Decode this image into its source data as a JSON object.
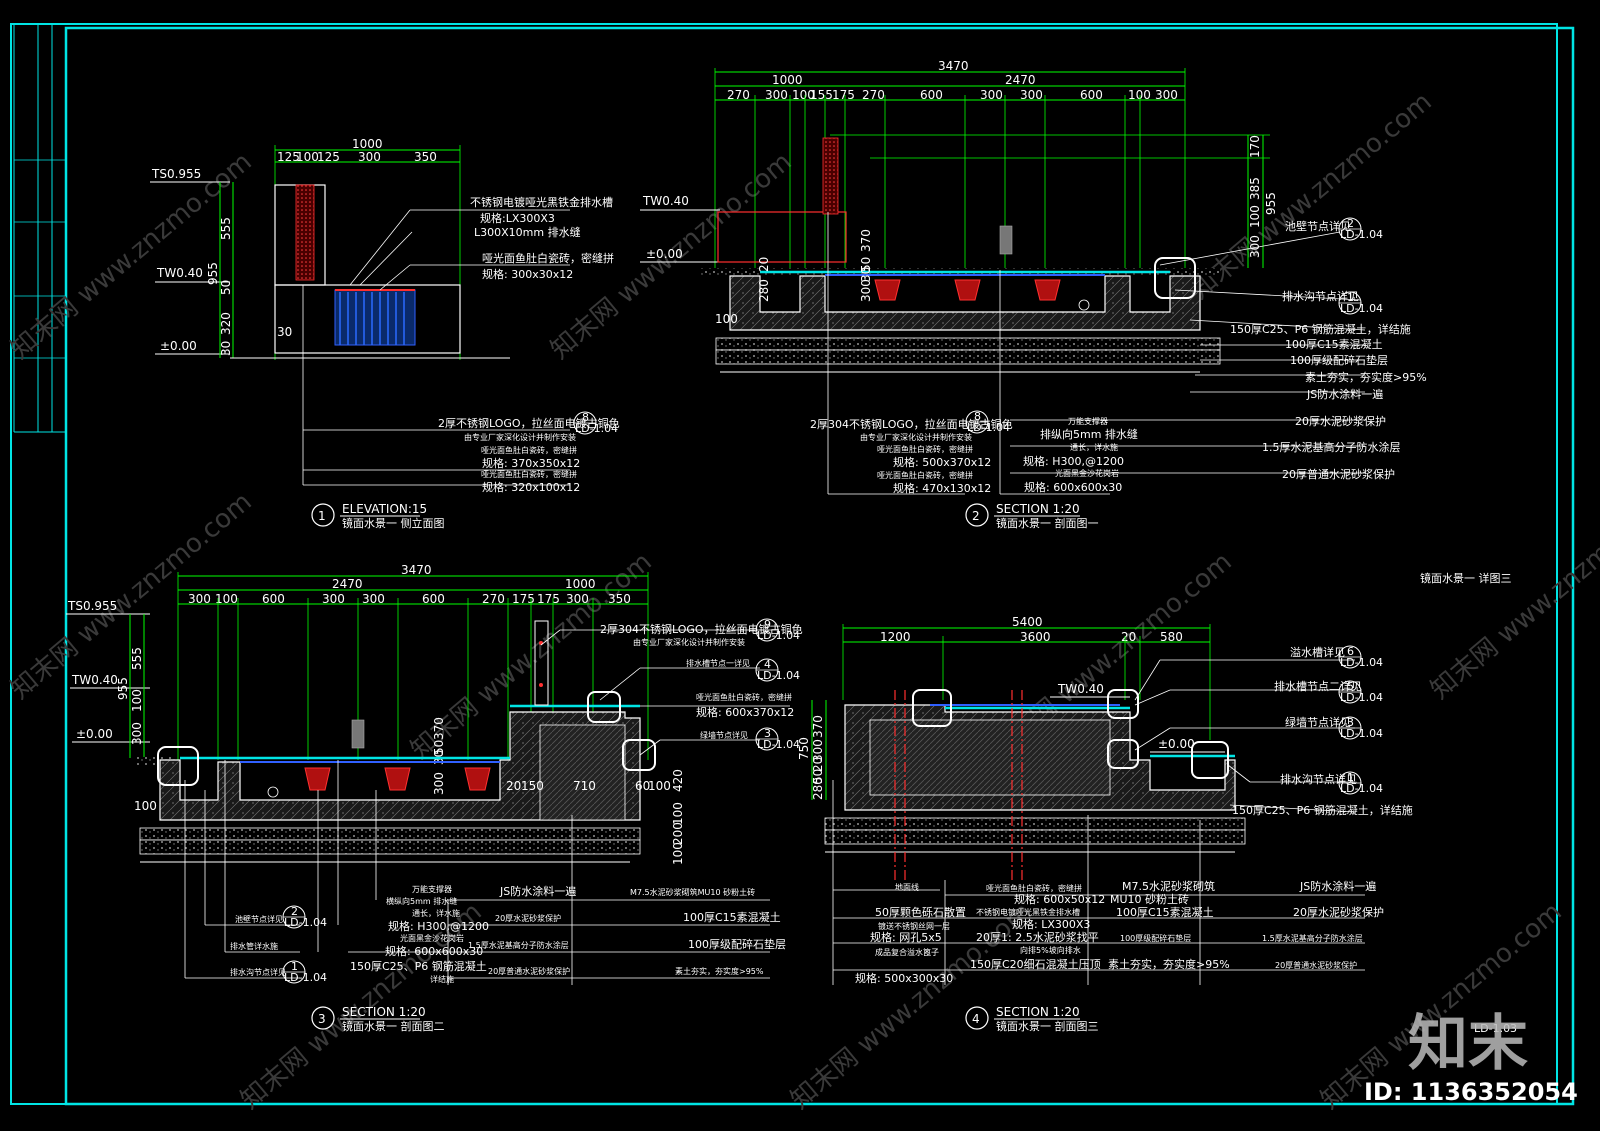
{
  "colors": {
    "background": "#000000",
    "frame": "#00e5e5",
    "dimension": "#00ff00",
    "outline": "#ffffff",
    "accent": "#ff2020"
  },
  "sheet": {
    "title": "镜面水景一 详图三",
    "sheet_number": "LD-1.03"
  },
  "footer": {
    "id": "ID: 1136352054",
    "brand": "知末"
  },
  "view1": {
    "number": "1",
    "title": "ELEVATION:15",
    "subtitle": "镜面水景一 侧立面图",
    "levels": {
      "ts": "TS0.955",
      "tw": "TW0.40",
      "zero": "±0.00"
    },
    "top_dims": [
      "1000",
      "125",
      "100",
      "125",
      "300",
      "350"
    ],
    "left_dims": [
      "555",
      "955",
      "50",
      "320",
      "30"
    ],
    "inner_dim": "30",
    "notes": [
      "不锈钢电镀哑光黑铁金排水槽",
      "规格:LX300X3",
      "L300X10mm 排水缝",
      "哑光面鱼肚白瓷砖，密缝拼",
      "规格: 300x30x12"
    ],
    "callouts": [
      "2厚不锈钢LOGO，拉丝面电镀古铜色",
      "由专业厂家深化设计并制作安装",
      "哑光面鱼肚白瓷砖，密缝拼",
      "规格: 370x350x12",
      "哑光面鱼肚白瓷砖，密缝拼",
      "规格: 320x100x12"
    ],
    "tag": {
      "num": "8",
      "sheet": "LD-1.04"
    }
  },
  "view2": {
    "number": "2",
    "title": "SECTION  1:20",
    "subtitle": "镜面水景一 剖面图一",
    "levels": {
      "tw": "TW0.40",
      "zero": "±0.00"
    },
    "top_dims": [
      "3470",
      "1000",
      "2470"
    ],
    "sub_dims": [
      "270",
      "300",
      "100",
      "155",
      "175",
      "270",
      "600",
      "300",
      "300",
      "600",
      "100",
      "300"
    ],
    "right_dims": [
      "170",
      "385",
      "955",
      "100",
      "300"
    ],
    "left_dims": [
      "20",
      "280",
      "300",
      "370",
      "50",
      "30",
      "100"
    ],
    "right_notes": [
      "池壁节点详见",
      "排水沟节点详见",
      "150厚C25、P6 钢筋混凝土，详结施",
      "100厚C15素混凝土",
      "100厚级配碎石垫层",
      "素土夯实，夯实度>95%",
      "JS防水涂料一遍",
      "20厚水泥砂浆保护",
      "1.5厚水泥基高分子防水涂层",
      "20厚普通水泥砂浆保护"
    ],
    "tags": [
      {
        "num": "2",
        "sheet": "LD-1.04"
      },
      {
        "num": "1",
        "sheet": "LD-1.04"
      }
    ],
    "bottom_notes": [
      "2厚304不锈钢LOGO，拉丝面电镀古铜色",
      "由专业厂家深化设计并制作安装",
      "哑光面鱼肚白瓷砖，密缝拼",
      "规格: 500x370x12",
      "哑光面鱼肚白瓷砖，密缝拼",
      "规格: 470x130x12",
      "万能支撑器",
      "排纵向5mm 排水缝",
      "通长，详水施",
      "规格: H300,@1200",
      "光面黑金沙花岗岩",
      "规格: 600x600x30"
    ],
    "tag": {
      "num": "8",
      "sheet": "LD-1.04"
    }
  },
  "view3": {
    "number": "3",
    "title": "SECTION  1:20",
    "subtitle": "镜面水景一 剖面图二",
    "levels": {
      "ts": "TS0.955",
      "tw": "TW0.40",
      "zero": "±0.00"
    },
    "top_dims": [
      "3470",
      "2470",
      "1000"
    ],
    "sub_dims": [
      "300",
      "100",
      "600",
      "300",
      "300",
      "600",
      "270",
      "175",
      "175",
      "300",
      "350"
    ],
    "left_dims": [
      "555",
      "955",
      "100",
      "300",
      "50",
      "30",
      "370",
      "300",
      "100"
    ],
    "mid_dims": [
      "20",
      "150",
      "710",
      "60",
      "100",
      "420",
      "100",
      "200",
      "100"
    ],
    "right_notes": [
      "2厚304不锈钢LOGO，拉丝面电镀古铜色",
      "由专业厂家深化设计并制作安装",
      "排水槽节点一详见",
      "哑光面鱼肚白瓷砖，密缝拼",
      "规格: 600x370x12",
      "绿墙节点详见"
    ],
    "tags": [
      {
        "num": "9",
        "sheet": "LD-1.04"
      },
      {
        "num": "4",
        "sheet": "LD-1.04"
      },
      {
        "num": "3",
        "sheet": "LD-1.04"
      },
      {
        "num": "2",
        "sheet": "LD-1.04"
      },
      {
        "num": "1",
        "sheet": "LD-1.04"
      }
    ],
    "bottom_notes": [
      "万能支撑器",
      "横纵向5mm 排水缝",
      "通长，详水施",
      "规格: H300,@1200",
      "光面黑金沙花岗岩",
      "规格: 600x600x30",
      "150厚C25、P6 钢筋混凝土",
      "详结施",
      "JS防水涂料一遍",
      "20厚水泥砂浆保护",
      "1.5厚水泥基高分子防水涂层",
      "20厚普通水泥砂浆保护",
      "M7.5水泥砂浆砌筑MU10 砂粉土砖",
      "100厚C15素混凝土",
      "100厚级配碎石垫层",
      "素土夯实，夯实度>95%"
    ],
    "left_notes": [
      "池壁节点详见",
      "排水管详水施",
      "排水沟节点详见"
    ]
  },
  "view4": {
    "number": "4",
    "title": "SECTION  1:20",
    "subtitle": "镜面水景一 剖面图三",
    "levels": {
      "tw": "TW0.40",
      "zero": "±0.00"
    },
    "top_dims": [
      "5400",
      "1200",
      "3600",
      "20",
      "580"
    ],
    "left_dims": [
      "750",
      "370",
      "300",
      "20",
      "50",
      "280"
    ],
    "right_notes": [
      "溢水槽详见",
      "排水槽节点二详见",
      "绿墙节点详见",
      "排水沟节点详见",
      "150厚C25、P6 钢筋混凝土，详结施"
    ],
    "tags": [
      {
        "num": "6",
        "sheet": "LD-1.04"
      },
      {
        "num": "5",
        "sheet": "LD-1.04"
      },
      {
        "num": "3",
        "sheet": "LD-1.04"
      },
      {
        "num": "1",
        "sheet": "LD-1.04"
      }
    ],
    "bottom_notes": [
      "地面线",
      "50厚颗色砾石散置",
      "镀送不锈钢丝网一层",
      "规格: 网孔5x5",
      "成品复合溢水篦子",
      "规格: 500x300x30",
      "哑光面鱼肚白瓷砖，密缝拼",
      "规格: 600x50x12",
      "不锈钢电镀哑光黑铁金排水槽",
      "规格: LX300X3",
      "20厚1: 2.5水泥砂浆找平",
      "向排5%坡向排水",
      "150厚C20细石混凝土压顶",
      "M7.5水泥砂浆砌筑",
      "MU10 砂粉土砖",
      "100厚C15素混凝土",
      "100厚级配碎石垫层",
      "素土夯实，夯实度>95%",
      "JS防水涂料一遍",
      "20厚水泥砂浆保护",
      "1.5厚水泥基高分子防水涂层",
      "20厚普通水泥砂浆保护"
    ]
  }
}
